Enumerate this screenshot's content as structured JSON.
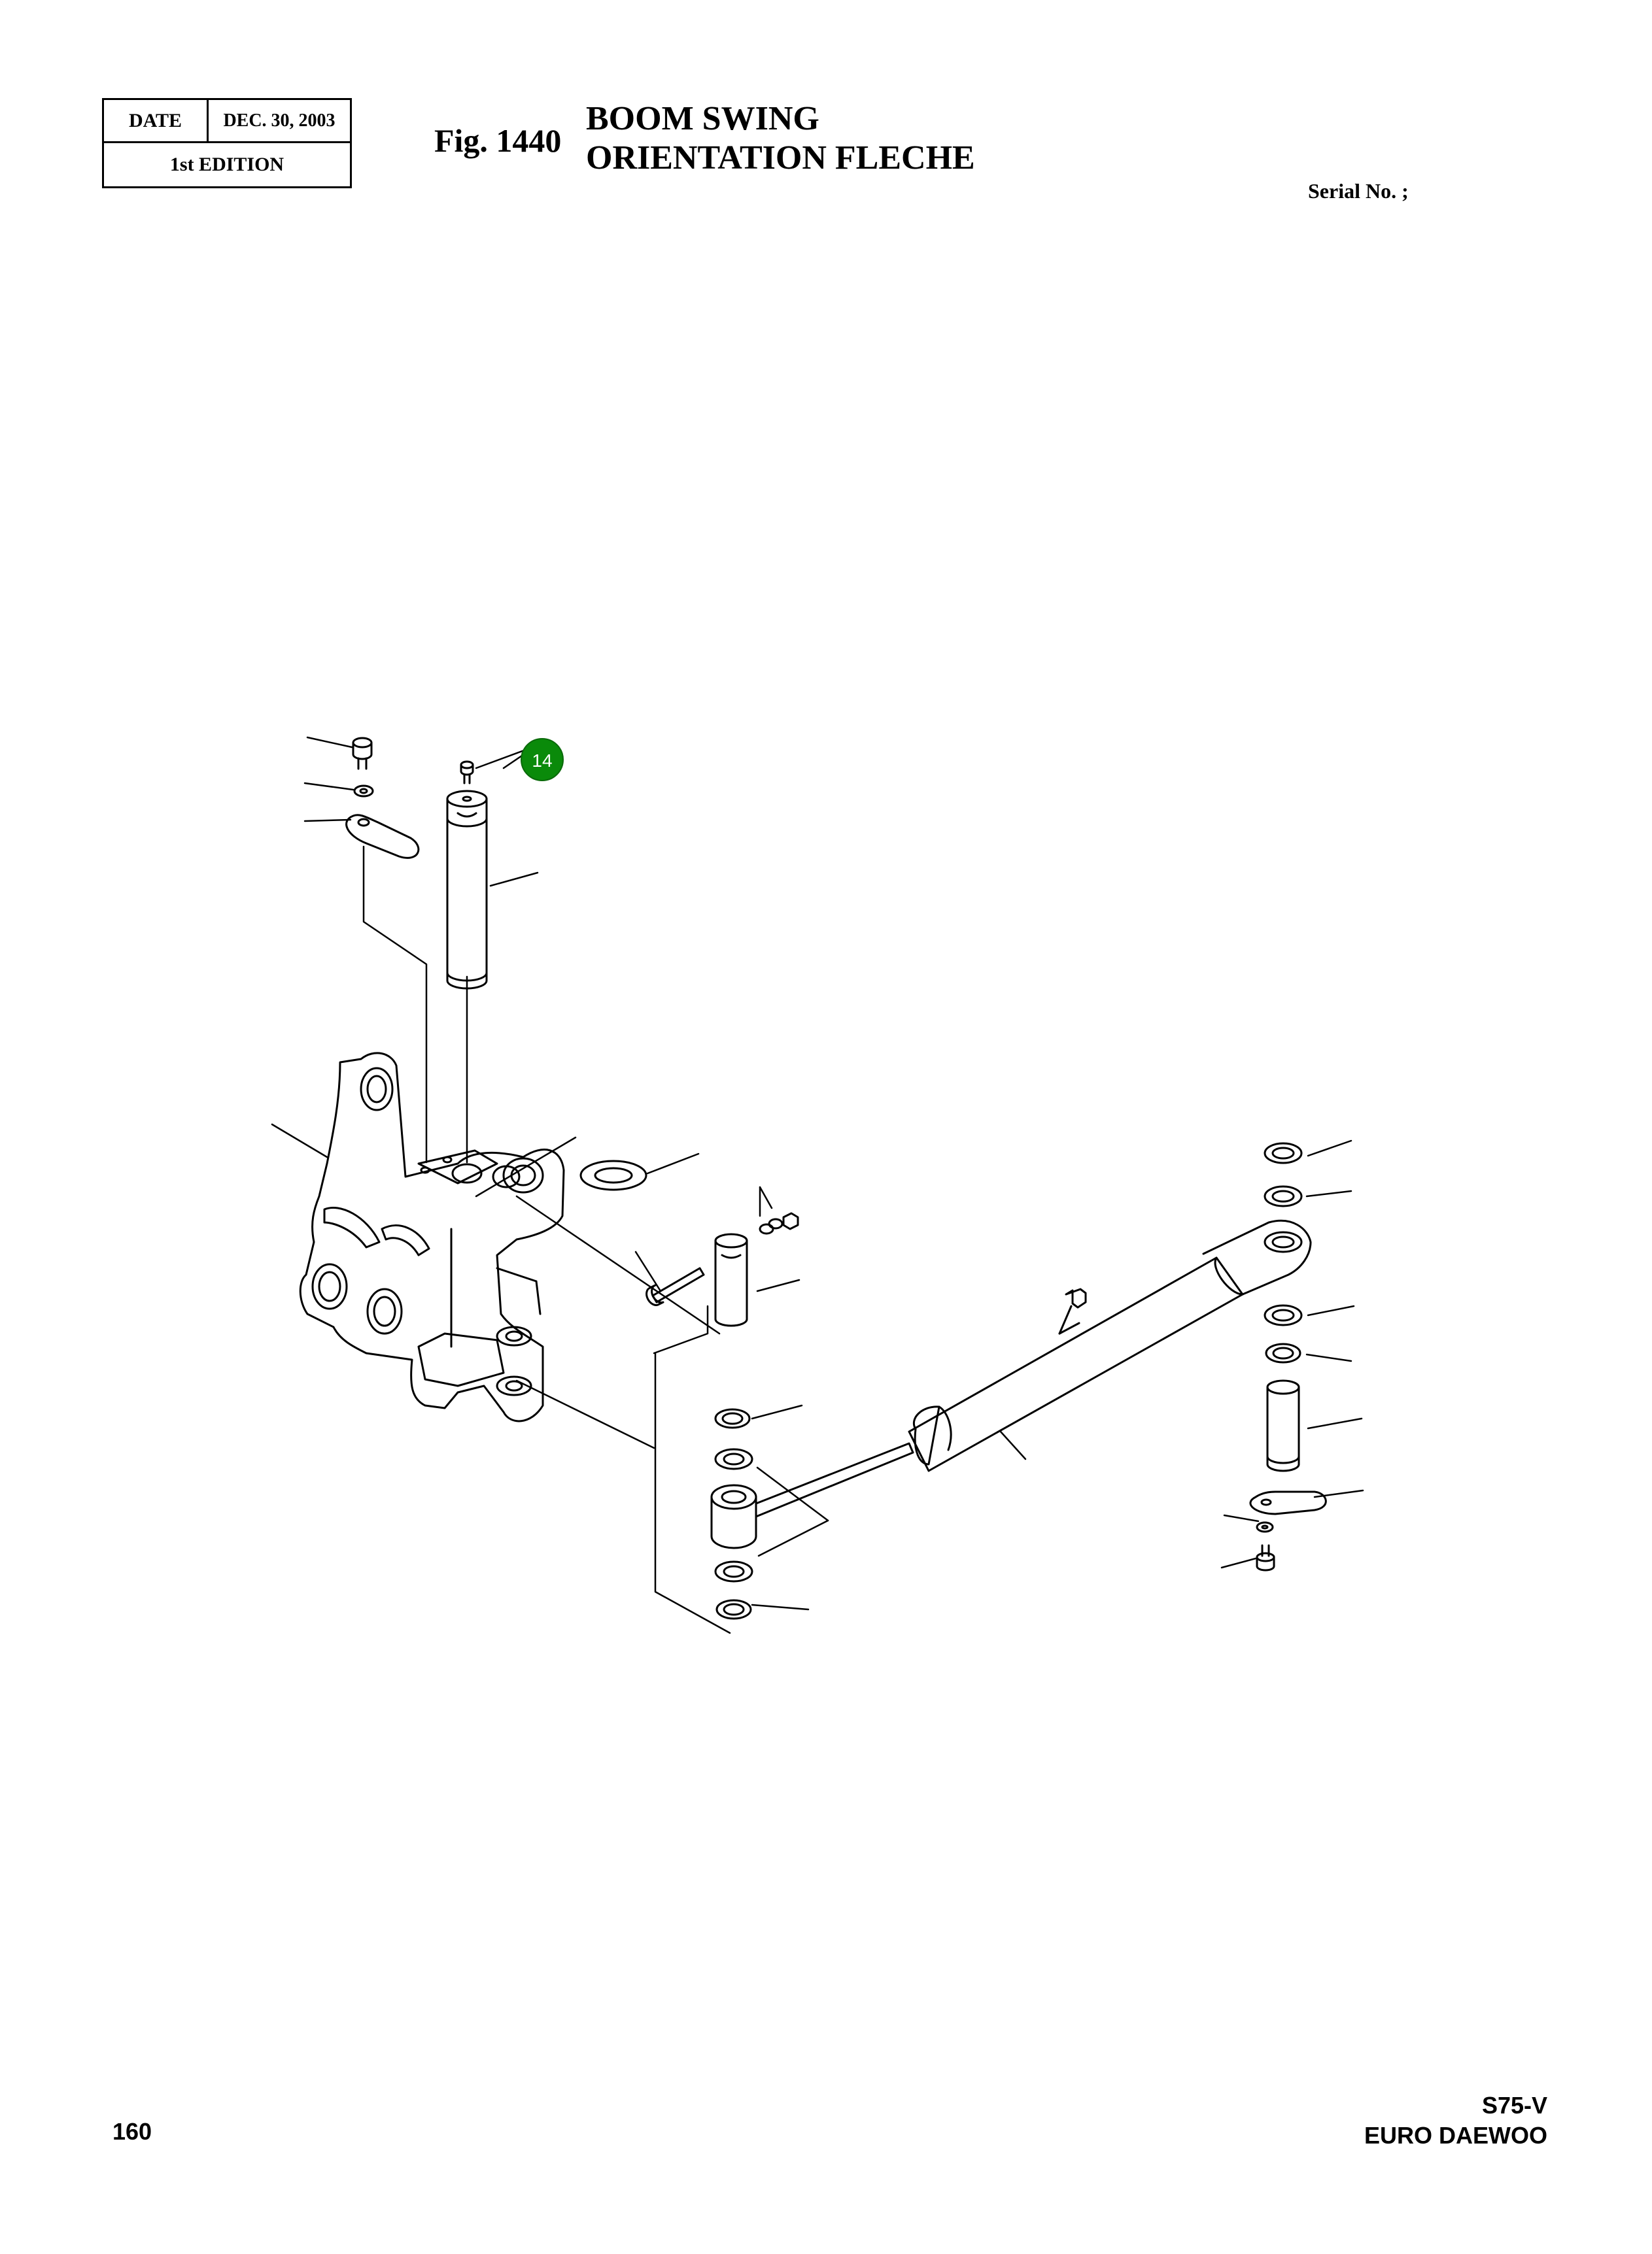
{
  "header": {
    "date_label": "DATE",
    "date_value": "DEC. 30, 2003",
    "edition": "1st EDITION",
    "figure": "Fig. 1440",
    "title_en": "BOOM SWING",
    "title_fr": "ORIENTATION FLECHE",
    "serial": "Serial No. ;"
  },
  "diagram": {
    "callouts": [
      {
        "label": "14",
        "color": "#0a8a0a"
      }
    ]
  },
  "footer": {
    "page_number": "160",
    "model": "S75-V",
    "brand": "EURO DAEWOO"
  }
}
